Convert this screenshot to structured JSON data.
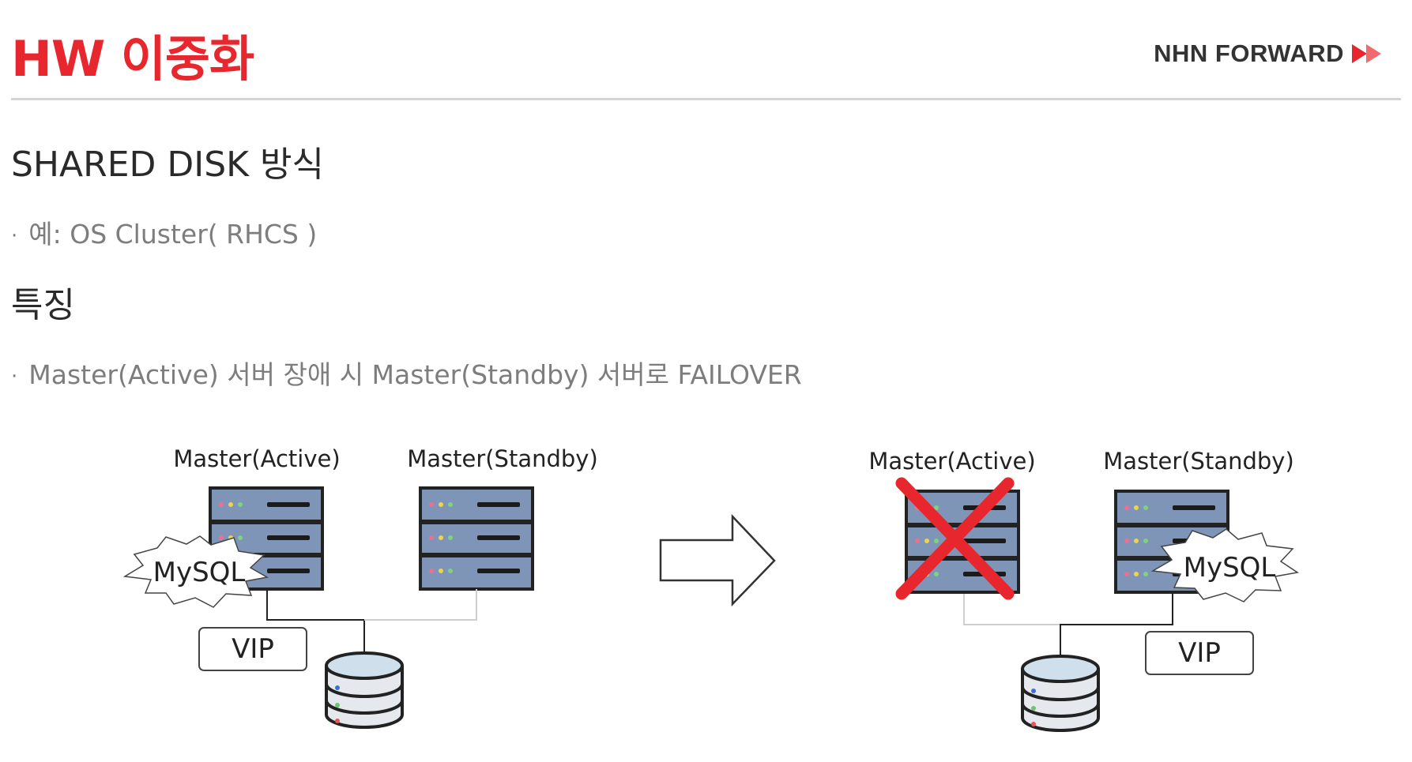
{
  "header": {
    "title": "HW 이중화",
    "brand": "NHN FORWARD"
  },
  "section1": {
    "heading": "SHARED DISK  방식",
    "bullet": "예: OS Cluster( RHCS )"
  },
  "section2": {
    "heading": "특징",
    "bullet": "Master(Active) 서버 장애 시 Master(Standby) 서버로 FAILOVER"
  },
  "diagram": {
    "before": {
      "active_label": "Master(Active)",
      "standby_label": "Master(Standby)",
      "mysql_label": "MySQL",
      "vip_label": "VIP"
    },
    "after": {
      "active_label": "Master(Active)",
      "standby_label": "Master(Standby)",
      "mysql_label": "MySQL",
      "vip_label": "VIP"
    }
  },
  "colors": {
    "accent": "#e8262d",
    "server_body": "#7e95b8",
    "server_frame": "#222222",
    "fail_cross": "#e8262d"
  },
  "icons": [
    "play-arrows-icon",
    "server-icon",
    "database-icon",
    "cross-icon",
    "right-arrow-icon",
    "starburst-badge"
  ]
}
